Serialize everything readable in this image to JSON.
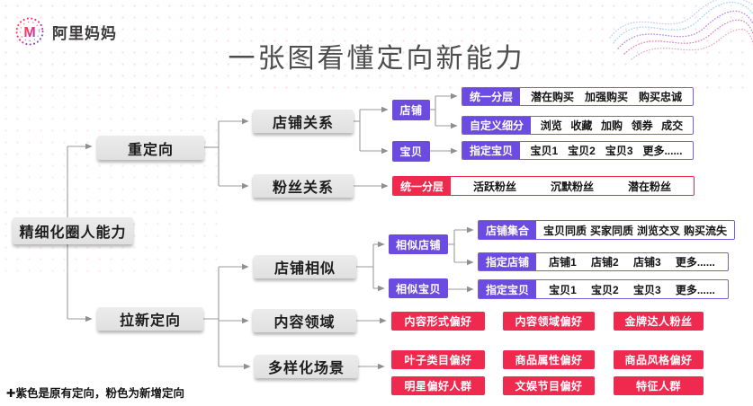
{
  "header": {
    "logo_text": "阿里妈妈",
    "title": "一张图看懂定向新能力"
  },
  "colors": {
    "purple": "#6b4be0",
    "pink": "#f0294f",
    "node_gray": "#e6e6e6",
    "line_gray": "#999999"
  },
  "icons": {
    "logo_mark": "alimama-dotted-m-logo",
    "wave": "particle-wave-decoration"
  },
  "tree": {
    "root": "精细化圈人能力",
    "l1": {
      "redirect": "重定向",
      "acquire": "拉新定向"
    },
    "l2": {
      "shop_rel": "店铺关系",
      "fans_rel": "粉丝关系",
      "shop_sim": "店铺相似",
      "content": "内容领域",
      "scene": "多样化场景"
    },
    "l3": {
      "shop": "店铺",
      "item": "宝贝",
      "sim_shop": "相似店铺",
      "sim_item": "相似宝贝"
    },
    "rows": {
      "shop_tier": {
        "label": "统一分层",
        "items": [
          "潜在购买",
          "加强购买",
          "购买忠诚"
        ]
      },
      "shop_custom": {
        "label": "自定义细分",
        "items": [
          "浏览",
          "收藏",
          "加购",
          "领券",
          "成交"
        ]
      },
      "item_specified": {
        "label": "指定宝贝",
        "items": [
          "宝贝1",
          "宝贝2",
          "宝贝3",
          "更多......"
        ]
      },
      "fans_tier": {
        "label": "统一分层",
        "items": [
          "活跃粉丝",
          "沉默粉丝",
          "潜在粉丝"
        ]
      },
      "shop_set": {
        "label": "店铺集合",
        "items": [
          "宝贝同质",
          "买家同质",
          "浏览交叉",
          "购买流失"
        ]
      },
      "shop_specified": {
        "label": "指定店铺",
        "items": [
          "店铺1",
          "店铺2",
          "店铺3",
          "更多......"
        ]
      },
      "sim_item_specified": {
        "label": "指定宝贝",
        "items": [
          "宝贝1",
          "宝贝2",
          "宝贝3",
          "更多......"
        ]
      }
    },
    "pink_boxes": {
      "content": [
        "内容形式偏好",
        "内容领域偏好",
        "金牌达人粉丝"
      ],
      "scene_row1": [
        "叶子类目偏好",
        "商品属性偏好",
        "商品风格偏好"
      ],
      "scene_row2": [
        "明星偏好人群",
        "文娱节目偏好",
        "特征人群"
      ]
    }
  },
  "footnote": {
    "text": "✚紫色是原有定向，粉色为新增定向"
  }
}
